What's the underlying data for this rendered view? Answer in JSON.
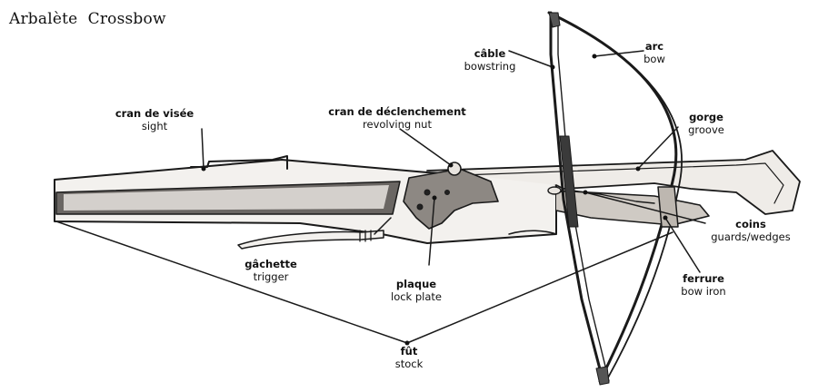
{
  "title": "Arbalète  Crossbow",
  "labels": {
    "sight": {
      "fr": "cran de visée",
      "en": "sight"
    },
    "nut": {
      "fr": "cran de déclenchement",
      "en": "revolving nut"
    },
    "cable": {
      "fr": "câble",
      "en": "bowstring"
    },
    "arc": {
      "fr": "arc",
      "en": "bow"
    },
    "gorge": {
      "fr": "gorge",
      "en": "groove"
    },
    "coins": {
      "fr": "coins",
      "en": "guards/wedges"
    },
    "ferrure": {
      "fr": "ferrure",
      "en": "bow iron"
    },
    "plaque": {
      "fr": "plaque",
      "en": "lock plate"
    },
    "trigger": {
      "fr": "gâchette",
      "en": "trigger"
    },
    "stock": {
      "fr": "fût",
      "en": "stock"
    }
  }
}
